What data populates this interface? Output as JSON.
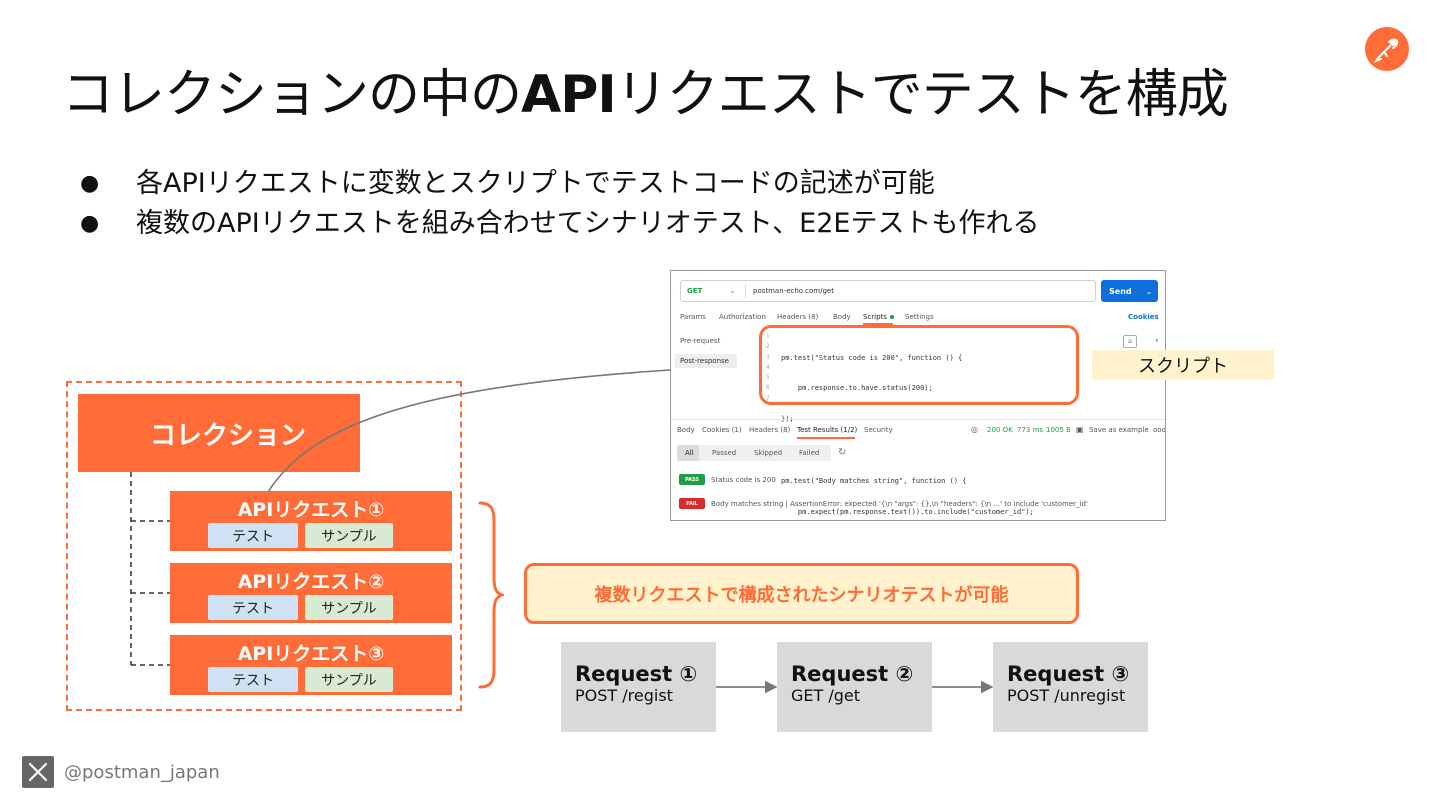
{
  "slide": {
    "title_part1": "コレクションの中の",
    "title_bold": "API",
    "title_part2": "リクエストでテストを構成",
    "bullets": [
      "各APIリクエストに変数とスクリプトでテストコードの記述が可能",
      "複数のAPIリクエストを組み合わせてシナリオテスト、E2Eテストも作れる"
    ],
    "bullet_symbol": "●"
  },
  "collection": {
    "label": "コレクション",
    "requests": [
      {
        "label": "APIリクエスト①",
        "test": "テスト",
        "sample": "サンプル"
      },
      {
        "label": "APIリクエスト②",
        "test": "テスト",
        "sample": "サンプル"
      },
      {
        "label": "APIリクエスト③",
        "test": "テスト",
        "sample": "サンプル"
      }
    ]
  },
  "screenshot": {
    "method": "GET",
    "url": "postman-echo.com/get",
    "send": "Send",
    "tabs": [
      "Params",
      "Authorization",
      "Headers (8)",
      "Body",
      "Scripts",
      "Settings"
    ],
    "cookies": "Cookies",
    "side_tabs": [
      "Pre-request",
      "Post-response"
    ],
    "code_lines": [
      "pm.test(\"Status code is 200\", function () {",
      "    pm.response.to.have.status(200);",
      "});",
      "",
      "pm.test(\"Body matches string\", function () {",
      "    pm.expect(pm.response.text()).to.include(\"customer_id\");",
      "});"
    ],
    "line_numbers": [
      "1",
      "2",
      "3",
      "4",
      "5",
      "6",
      "7"
    ],
    "resp_tabs": [
      "Body",
      "Cookies (1)",
      "Headers (8)",
      "Test Results (1/2)",
      "Security"
    ],
    "status": "200 OK",
    "time": "773 ms",
    "size": "1005 B",
    "save_example": "Save as example",
    "more": "ooo",
    "filters": [
      "All",
      "Passed",
      "Skipped",
      "Failed"
    ],
    "results": [
      {
        "badge": "PASS",
        "text": "Status code is 200"
      },
      {
        "badge": "FAIL",
        "text": "Body matches string | AssertionError: expected '{\\n \"args\": {},\\n \"headers\": {\\n ...' to include 'customer_id'"
      }
    ]
  },
  "script_label": "スクリプト",
  "scenario_label": "複数リクエストで構成されたシナリオテストが可能",
  "flow": [
    {
      "title": "Request ①",
      "path": "POST /regist"
    },
    {
      "title": "Request ②",
      "path": "GET /get"
    },
    {
      "title": "Request ③",
      "path": "POST /unregist"
    }
  ],
  "footer": {
    "handle": "@postman_japan",
    "icon": "x-logo-icon"
  },
  "colors": {
    "accent": "#ff6c37",
    "send": "#0c6fdb",
    "pass": "#1e9e46",
    "fail": "#d92b2b",
    "highlight_bg": "#fff2cc"
  }
}
